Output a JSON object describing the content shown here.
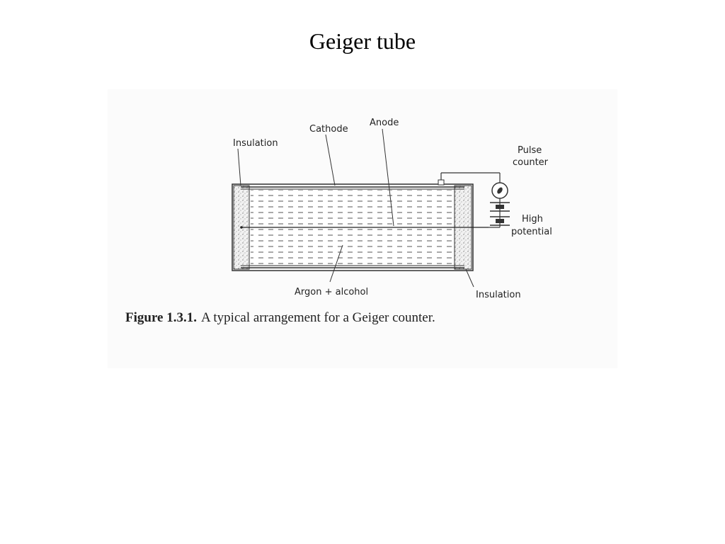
{
  "slide": {
    "title": "Geiger tube"
  },
  "diagram": {
    "labels": {
      "insulation_left": "Insulation",
      "cathode": "Cathode",
      "anode": "Anode",
      "pulse_counter_line1": "Pulse",
      "pulse_counter_line2": "counter",
      "high_potential_line1": "High",
      "high_potential_line2": "potential",
      "gas": "Argon + alcohol",
      "insulation_right": "Insulation"
    }
  },
  "caption": {
    "number": "Figure 1.3.1.",
    "text": "A typical arrangement for a Geiger counter."
  }
}
